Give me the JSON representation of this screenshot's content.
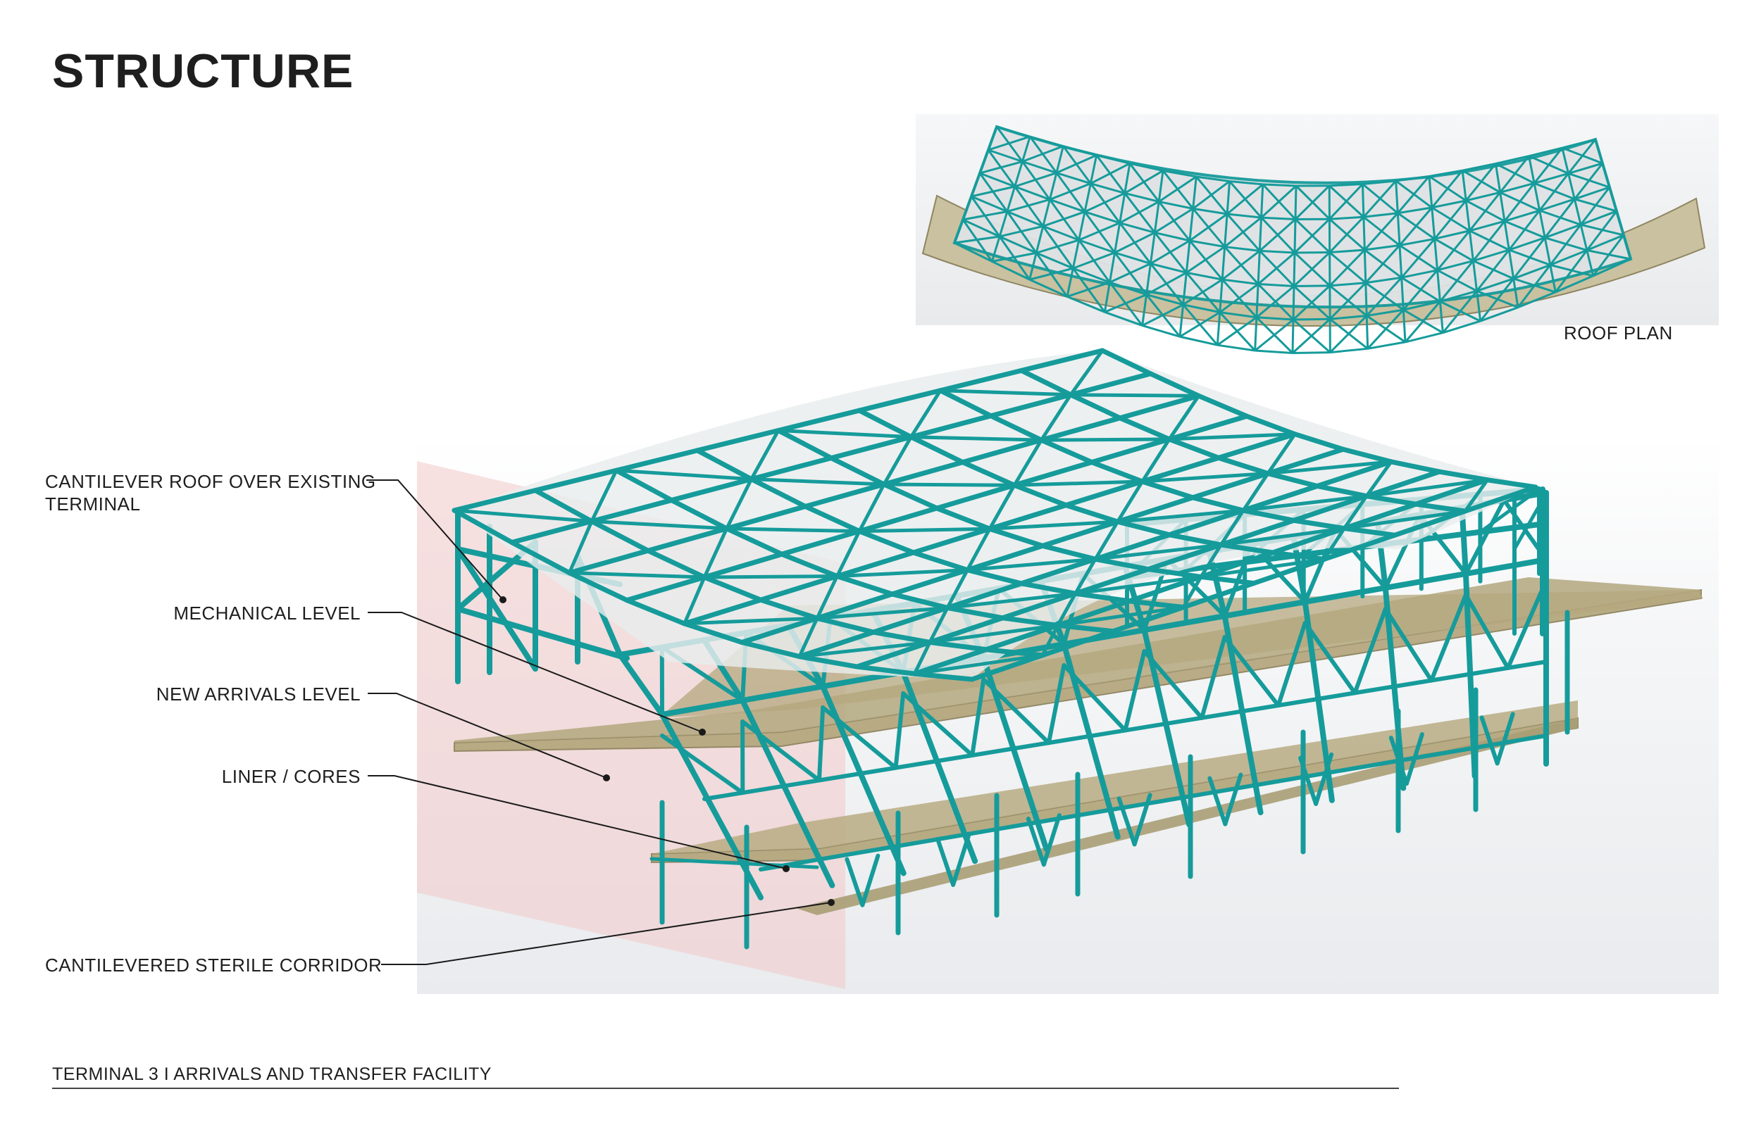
{
  "page": {
    "title": "STRUCTURE",
    "footer": "TERMINAL 3  I  ARRIVALS AND TRANSFER FACILITY"
  },
  "roof_plan": {
    "label": "ROOF PLAN"
  },
  "callouts": [
    {
      "id": "cantilever-roof",
      "line1": "CANTILEVER ROOF OVER EXISTING",
      "line2": "TERMINAL"
    },
    {
      "id": "mechanical-level",
      "text": "MECHANICAL LEVEL"
    },
    {
      "id": "new-arrivals-level",
      "text": "NEW ARRIVALS LEVEL"
    },
    {
      "id": "liner-cores",
      "text": "LINER / CORES"
    },
    {
      "id": "sterile-corridor",
      "text": "CANTILEVERED STERILE CORRIDOR"
    }
  ],
  "colors": {
    "steel": "#169b9b",
    "slab": "#b5a87f",
    "slab_edge": "#8f8560",
    "glazing": "#e6eaec",
    "background_panel": "#eef0f2",
    "existing_terminal_plane": "#f3c9c9",
    "leader": "#1a1a1a"
  }
}
